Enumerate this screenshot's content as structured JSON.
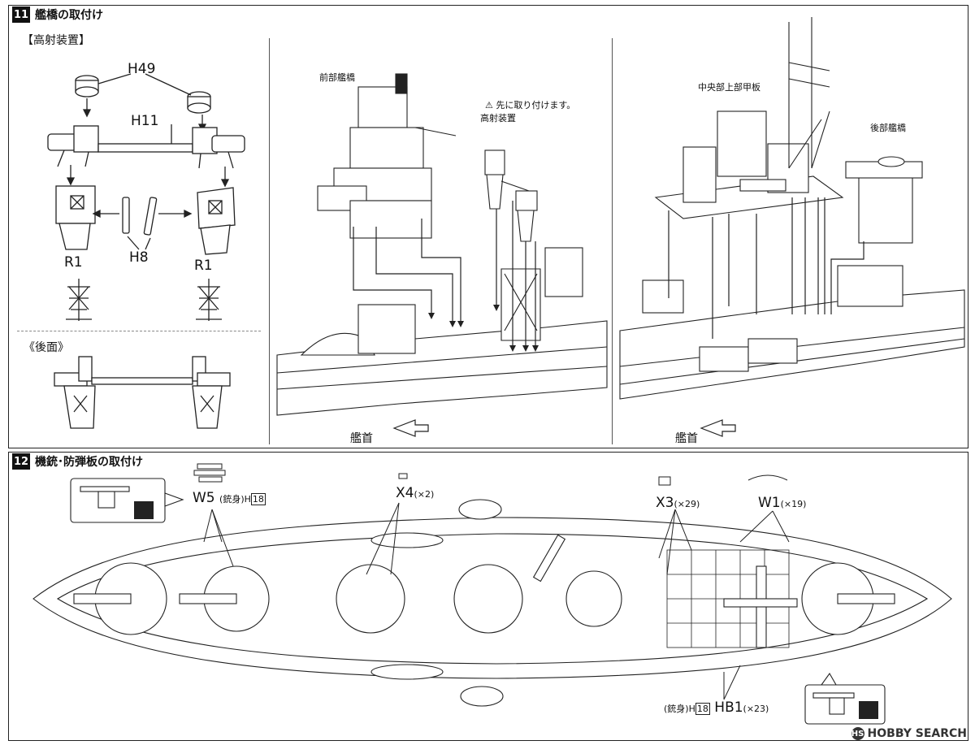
{
  "step11": {
    "number": "11",
    "title": "艦橋の取付け",
    "left": {
      "section_label": "【高射装置】",
      "parts": {
        "h49": "H49",
        "h11": "H11",
        "h8": "H8",
        "r1_left": "R1",
        "r1_right": "R1"
      },
      "rear_label": "《後面》"
    },
    "middle": {
      "forward_bridge": "前部艦橋",
      "warning": "先に取り付けます。",
      "aa_director": "高射装置",
      "bow": "艦首"
    },
    "right": {
      "central_upper_deck": "中央部上部甲板",
      "aft_bridge": "後部艦橋",
      "bow": "艦首"
    }
  },
  "step12": {
    "number": "12",
    "title": "機銃･防弾板の取付け",
    "parts": {
      "w5": "W5",
      "w5_note_prefix": "(銃身)",
      "w5_note_part": "H",
      "w5_note_num": "18",
      "x4": "X4",
      "x4_qty": "(×2)",
      "x3": "X3",
      "x3_qty": "(×29)",
      "w1": "W1",
      "w1_qty": "(×19)",
      "hb1": "HB1",
      "hb1_qty": "(×23)",
      "hb1_note_prefix": "(銃身)",
      "hb1_note_part": "H",
      "hb1_note_num": "18"
    }
  },
  "watermark": {
    "text": "HOBBY SEARCH",
    "logo": "HS"
  }
}
